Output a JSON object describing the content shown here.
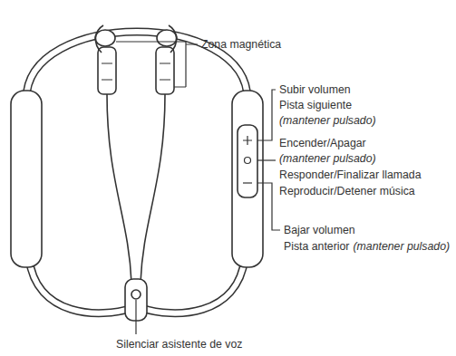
{
  "diagram": {
    "labels": [
      "Zona magnética",
      "Subir volumen",
      "Pista siguiente",
      "(mantener pulsado)",
      "Encender/Apagar",
      "(mantener pulsado)",
      "Responder/Finalizar llamada",
      "Reproducir/Detener música",
      "Bajar volumen",
      "Pista anterior",
      "(mantener pulsado)",
      "Silenciar asistente de voz"
    ]
  }
}
